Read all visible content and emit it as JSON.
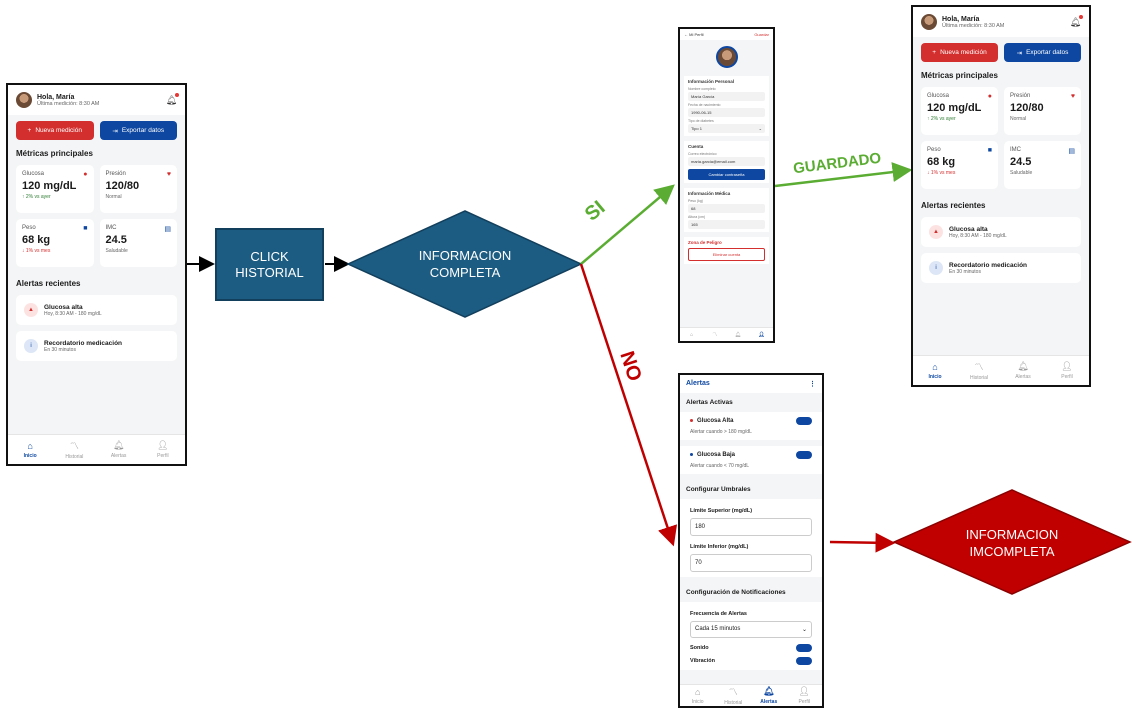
{
  "diagram": {
    "step": "CLICK HISTORIAL",
    "decision": "INFORMACION COMPLETA",
    "result": "INFORMACION IMCOMPLETA",
    "yes": "SI",
    "no": "NO",
    "saved": "GUARDADO",
    "colors": {
      "box": "#1c5c82",
      "red": "#c00000",
      "green": "#5aad32"
    }
  },
  "dashboard": {
    "greeting": "Hola, María",
    "last": "Última medición: 8:30 AM",
    "new_btn": "Nueva medición",
    "export_btn": "Exportar datos",
    "metrics_title": "Métricas principales",
    "metrics": [
      {
        "label": "Glucosa",
        "value": "120 mg/dL",
        "sub": "2% vs ayer",
        "icon": "drop-icon"
      },
      {
        "label": "Presión",
        "value": "120/80",
        "sub": "Normal",
        "icon": "heart-icon"
      },
      {
        "label": "Peso",
        "value": "68 kg",
        "sub": "1% vs mes",
        "icon": "scale-icon"
      },
      {
        "label": "IMC",
        "value": "24.5",
        "sub": "Saludable",
        "icon": "calculator-icon"
      }
    ],
    "alerts_title": "Alertas recientes",
    "alerts": [
      {
        "title": "Glucosa alta",
        "sub": "Hoy, 8:30 AM - 180 mg/dL"
      },
      {
        "title": "Recordatorio medicación",
        "sub": "En 30 minutos"
      }
    ],
    "nav": [
      "Inicio",
      "Historial",
      "Alertas",
      "Perfil"
    ]
  },
  "profile": {
    "back": "Mi Perfil",
    "save": "Guardar",
    "personal": "Información Personal",
    "name_lbl": "Nombre completo",
    "name": "María García",
    "dob_lbl": "Fecha de nacimiento",
    "dob": "1990-06-15",
    "type_lbl": "Tipo de diabetes",
    "type": "Tipo 1",
    "account": "Cuenta",
    "email_lbl": "Correo electrónico",
    "email": "maria.garcia@email.com",
    "change_pw": "Cambiar contraseña",
    "medical": "Información Médica",
    "weight_lbl": "Peso (kg)",
    "weight": "68",
    "height_lbl": "Altura (cm)",
    "height": "165",
    "danger": "Zona de Peligro",
    "delete": "Eliminar cuenta"
  },
  "alerts_cfg": {
    "title": "Alertas",
    "active": "Alertas Activas",
    "high": "Glucosa Alta",
    "high_sub": "Alertar cuando > 180 mg/dL",
    "low": "Glucosa Baja",
    "low_sub": "Alertar cuando < 70 mg/dL",
    "thresholds": "Configurar Umbrales",
    "upper_lbl": "Límite Superior (mg/dL)",
    "upper": "180",
    "lower_lbl": "Límite Inferior (mg/dL)",
    "lower": "70",
    "notif": "Configuración de Notificaciones",
    "freq_lbl": "Frecuencia de Alertas",
    "freq": "Cada 15 minutos",
    "sound": "Sonido",
    "vibration": "Vibración"
  }
}
